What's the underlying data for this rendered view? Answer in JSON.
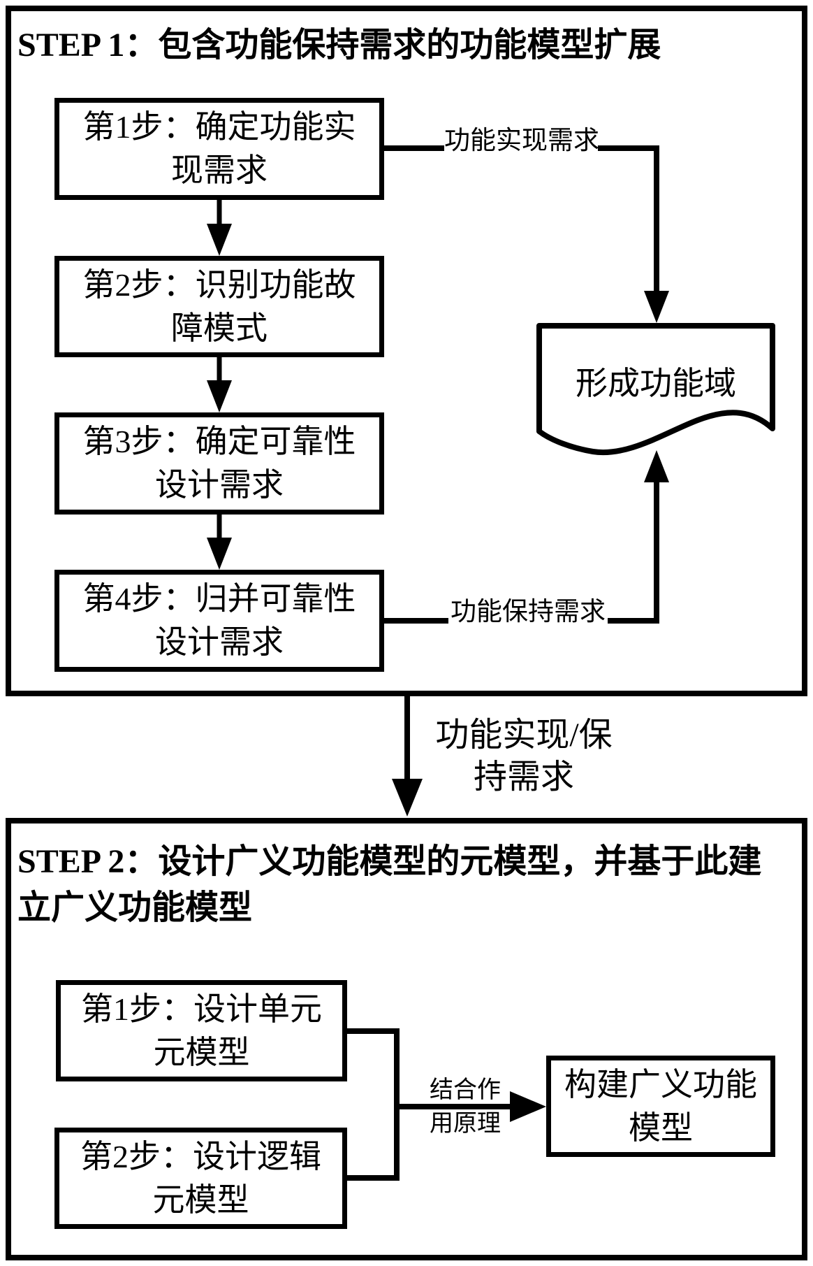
{
  "colors": {
    "ink": "#000000",
    "paper": "#ffffff"
  },
  "step1": {
    "title": "STEP 1：包含功能保持需求的功能模型扩展",
    "boxes": [
      {
        "line1": "第1步：确定功能实",
        "line2": "现需求"
      },
      {
        "line1": "第2步：识别功能故",
        "line2": "障模式"
      },
      {
        "line1": "第3步：确定可靠性",
        "line2": "设计需求"
      },
      {
        "line1": "第4步：归并可靠性",
        "line2": "设计需求"
      }
    ],
    "document_label": "形成功能域",
    "edge_labels": {
      "realize": "功能实现需求",
      "maintain": "功能保持需求"
    }
  },
  "between": {
    "label_line1": "功能实现/保",
    "label_line2": "持需求"
  },
  "step2": {
    "title_line1": "STEP 2：设计广义功能模型的元模型，并基于此建",
    "title_line2": "立广义功能模型",
    "boxes": [
      {
        "line1": "第1步：设计单元",
        "line2": "元模型"
      },
      {
        "line1": "第2步：设计逻辑",
        "line2": "元模型"
      }
    ],
    "result_box": {
      "line1": "构建广义功能",
      "line2": "模型"
    },
    "edge_label_line1": "结合作",
    "edge_label_line2": "用原理"
  }
}
